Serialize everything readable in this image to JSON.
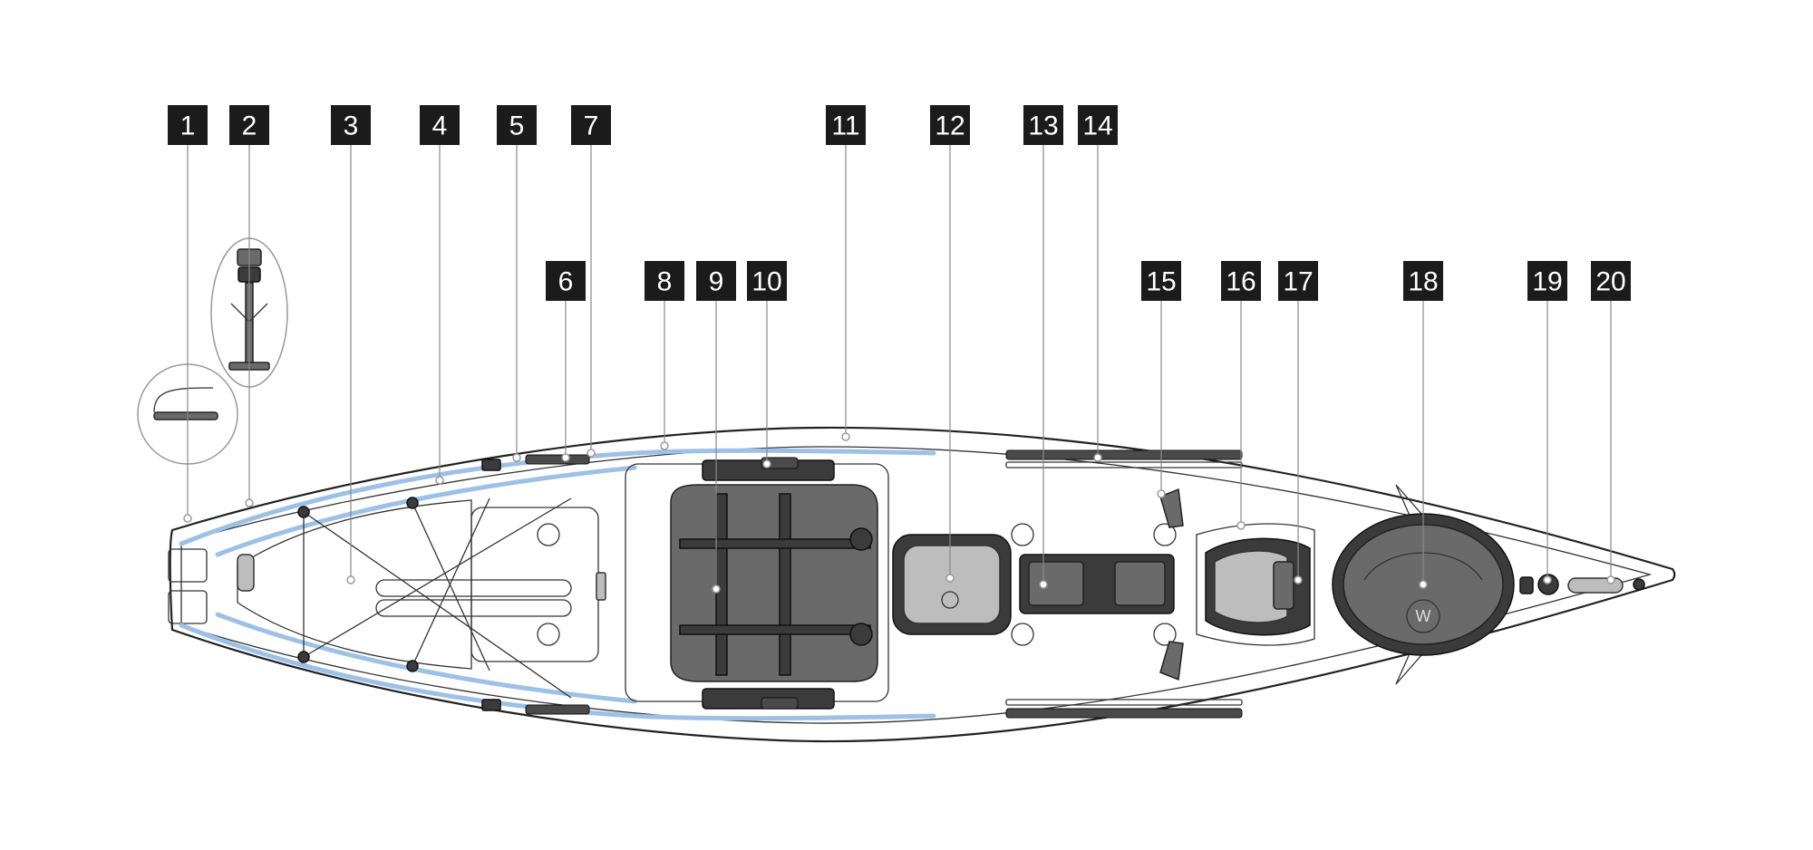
{
  "callouts": [
    {
      "id": "1",
      "label": "1"
    },
    {
      "id": "2",
      "label": "2"
    },
    {
      "id": "3",
      "label": "3"
    },
    {
      "id": "4",
      "label": "4"
    },
    {
      "id": "5",
      "label": "5"
    },
    {
      "id": "6",
      "label": "6"
    },
    {
      "id": "7",
      "label": "7"
    },
    {
      "id": "8",
      "label": "8"
    },
    {
      "id": "9",
      "label": "9"
    },
    {
      "id": "10",
      "label": "10"
    },
    {
      "id": "11",
      "label": "11"
    },
    {
      "id": "12",
      "label": "12"
    },
    {
      "id": "13",
      "label": "13"
    },
    {
      "id": "14",
      "label": "14"
    },
    {
      "id": "15",
      "label": "15"
    },
    {
      "id": "16",
      "label": "16"
    },
    {
      "id": "17",
      "label": "17"
    },
    {
      "id": "18",
      "label": "18"
    },
    {
      "id": "19",
      "label": "19"
    },
    {
      "id": "20",
      "label": "20"
    }
  ],
  "colors": {
    "label_bg": "#1b1b1b",
    "label_text": "#ffffff",
    "accent_lines": "#9dc1e6",
    "leader_lines": "#8a8a8a"
  }
}
